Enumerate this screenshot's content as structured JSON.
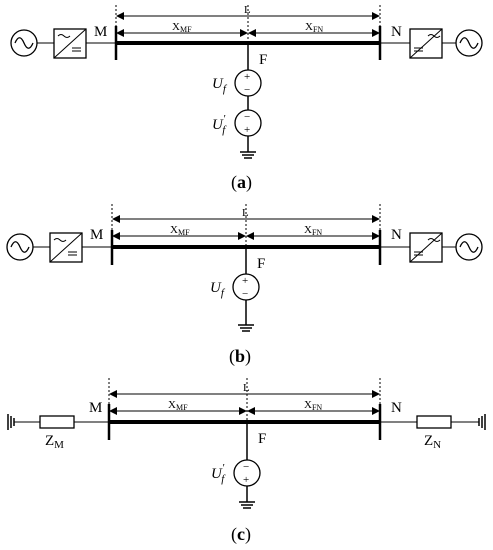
{
  "panels": [
    {
      "caption_letter": "a",
      "labels": {
        "line": "L",
        "left_bus": "M",
        "right_bus": "N",
        "fault": "F",
        "x_left": "X",
        "x_left_sub": "MF",
        "x_right": "X",
        "x_right_sub": "FN"
      },
      "sources": [
        {
          "label": "U",
          "sub": "f",
          "sup": "",
          "polarity": [
            "+",
            "−"
          ]
        },
        {
          "label": "U",
          "sub": "f",
          "sup": "'",
          "polarity": [
            "−",
            "+"
          ]
        }
      ]
    },
    {
      "caption_letter": "b",
      "labels": {
        "line": "L",
        "left_bus": "M",
        "right_bus": "N",
        "fault": "F",
        "x_left": "X",
        "x_left_sub": "MF",
        "x_right": "X",
        "x_right_sub": "FN"
      },
      "sources": [
        {
          "label": "U",
          "sub": "f",
          "sup": "",
          "polarity": [
            "+",
            "−"
          ]
        }
      ]
    },
    {
      "caption_letter": "c",
      "labels": {
        "line": "L",
        "left_bus": "M",
        "right_bus": "N",
        "fault": "F",
        "x_left": "X",
        "x_left_sub": "MF",
        "x_right": "X",
        "x_right_sub": "FN",
        "z_left": "Z",
        "z_left_sub": "M",
        "z_right": "Z",
        "z_right_sub": "N"
      },
      "sources": [
        {
          "label": "U",
          "sub": "f",
          "sup": "'",
          "polarity": [
            "−",
            "+"
          ]
        }
      ]
    }
  ],
  "caption_open": "(",
  "caption_close": ")",
  "icons": [
    "ac-source-icon",
    "converter-icon",
    "ground-icon",
    "voltage-source-icon",
    "impedance-icon"
  ]
}
